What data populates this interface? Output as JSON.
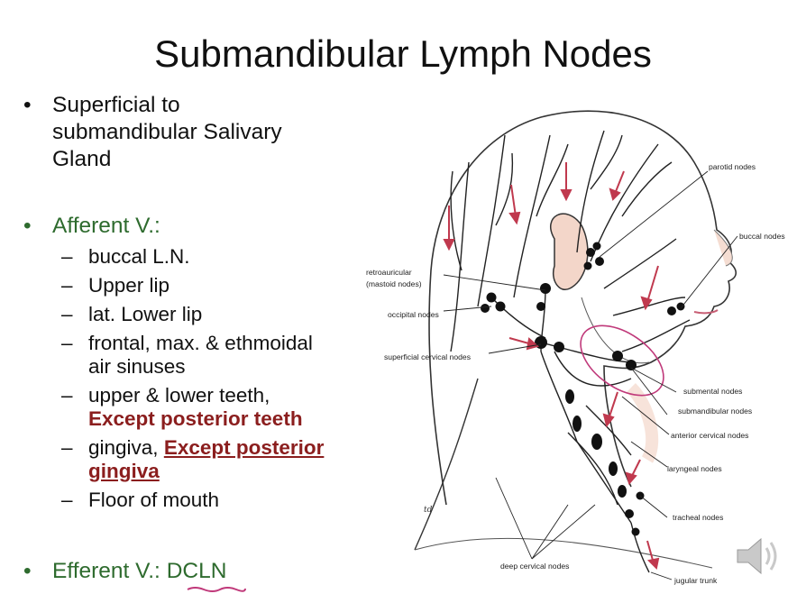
{
  "title": "Submandibular Lymph Nodes",
  "bullets": {
    "b1": {
      "l1": "Superficial to",
      "l2": "submandibular Salivary",
      "l3": "Gland"
    },
    "b2": {
      "label": "Afferent V.:",
      "items": [
        {
          "a": "buccal L.N."
        },
        {
          "a": "Upper lip"
        },
        {
          "a": "lat. Lower lip"
        },
        {
          "a": "frontal, max. & ethmoidal",
          "b": "air sinuses"
        },
        {
          "a": "upper & lower teeth,",
          "b": "Except posterior teeth"
        },
        {
          "a": "gingiva, ",
          "b": "Except posterior",
          "c": "gingiva"
        },
        {
          "a": "Floor of mouth"
        }
      ]
    },
    "b3": {
      "label": "Efferent V.: ",
      "value": "DCLN"
    }
  },
  "figure": {
    "labels": {
      "parotid": "parotid nodes",
      "buccal": "buccal nodes",
      "retro1": "retroauricular",
      "retro2": "(mastoid nodes)",
      "occipital": "occipital nodes",
      "superficial": "superficial cervical nodes",
      "submental": "submental nodes",
      "submandibular": "submandibular nodes",
      "anterior": "anterior cervical nodes",
      "laryngeal": "laryngeal nodes",
      "tracheal": "tracheal nodes",
      "deep": "deep cervical nodes",
      "jugular": "jugular trunk",
      "signature": "td"
    }
  },
  "colors": {
    "title": "#111111",
    "green": "#2e6b2e",
    "red": "#8b1e1e",
    "arrow": "#c0394e",
    "node": "#111111"
  },
  "icons": {
    "speaker": "speaker-icon"
  }
}
